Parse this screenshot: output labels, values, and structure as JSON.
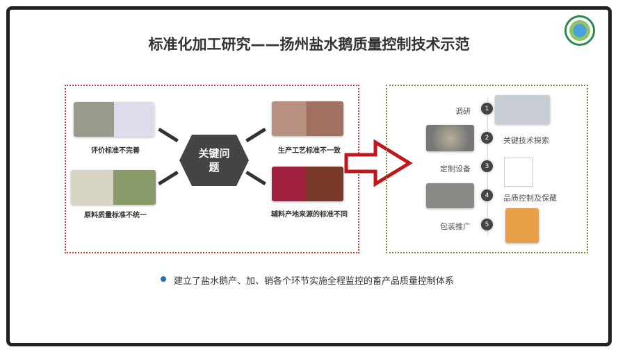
{
  "title": "标准化加工研究——扬州盐水鹅质量控制技术示范",
  "problems": {
    "center": "关键问题",
    "items": [
      "评价标准不完善",
      "原料质量标准不统一",
      "生产工艺标准不一致",
      "辅料产地来源的标准不同"
    ]
  },
  "steps": [
    {
      "num": "1",
      "label": "调研"
    },
    {
      "num": "2",
      "label": "关键技术探索"
    },
    {
      "num": "3",
      "label": "定制设备"
    },
    {
      "num": "4",
      "label": "品质控制及保藏"
    },
    {
      "num": "5",
      "label": "包装推广"
    }
  ],
  "bullet": "建立了盐水鹅产、加、销各个环节实施全程监控的畜产品质量控制体系",
  "colors": {
    "accent": "#c0161c",
    "left_border": "#dd3333",
    "right_border": "#6a8a3a"
  }
}
